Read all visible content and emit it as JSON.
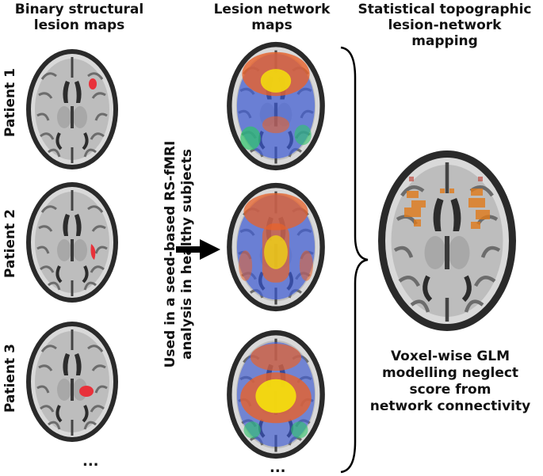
{
  "headers": {
    "col1": [
      "Binary structural",
      "lesion maps"
    ],
    "col2": [
      "Lesion network",
      "maps"
    ],
    "col3": [
      "Statistical topographic",
      "lesion-network",
      "mapping"
    ]
  },
  "patients": [
    "Patient 1",
    "Patient 2",
    "Patient 3"
  ],
  "process_text": [
    "Used in a seed-based RS-fMRI",
    "analysis in healthy subjects"
  ],
  "ellipsis_col1": "...",
  "ellipsis_col2": "...",
  "result_caption": [
    "Voxel-wise GLM",
    "modelling neglect",
    "score from",
    "network connectivity"
  ],
  "colors": {
    "lesion": "#e8313a",
    "network_warm": "#e8622a",
    "network_hot": "#f5e20c",
    "network_cool": "#3d5de0",
    "network_green": "#2ec46a",
    "result_overlay": "#e07a1a"
  }
}
